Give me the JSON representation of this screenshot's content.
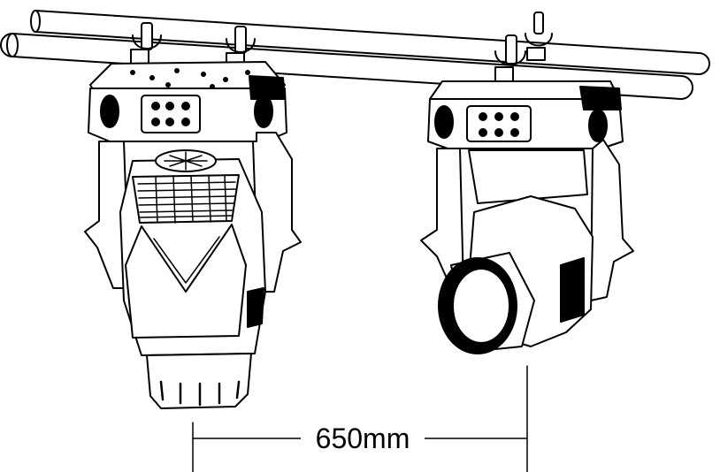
{
  "dimension": {
    "label": "650mm",
    "value": 650,
    "unit": "mm"
  },
  "fixtures": [
    {
      "id": "fixture-left",
      "view": "front"
    },
    {
      "id": "fixture-right",
      "view": "angled"
    }
  ],
  "colors": {
    "line": "#000000",
    "background": "#ffffff"
  }
}
